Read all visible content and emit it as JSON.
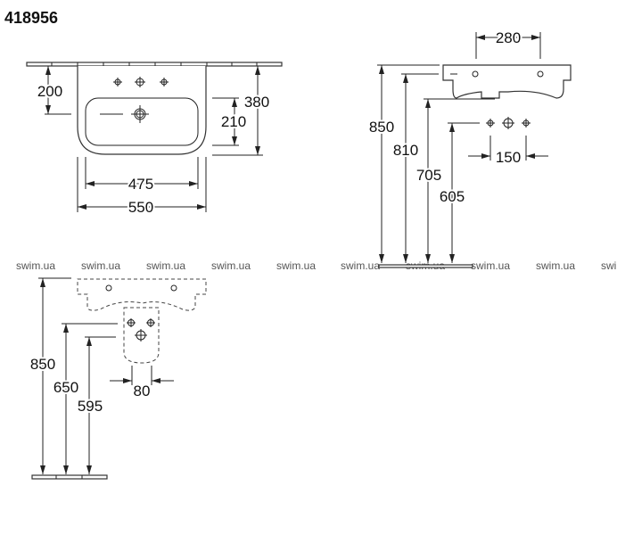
{
  "title": "418956",
  "top_view": {
    "dim_200": "200",
    "dim_380": "380",
    "dim_210": "210",
    "dim_475": "475",
    "dim_550": "550"
  },
  "side_view": {
    "dim_280": "280",
    "dim_850": "850",
    "dim_810": "810",
    "dim_705": "705",
    "dim_605": "605",
    "dim_150": "150"
  },
  "front_view": {
    "dim_850": "850",
    "dim_650": "650",
    "dim_595": "595",
    "dim_80": "80"
  },
  "watermarks": [
    "swim.ua",
    "swim.ua",
    "swim.ua",
    "swim.ua",
    "swim.ua",
    "swim.ua",
    "swim.ua",
    "swim.ua",
    "swim.ua",
    "swi"
  ]
}
